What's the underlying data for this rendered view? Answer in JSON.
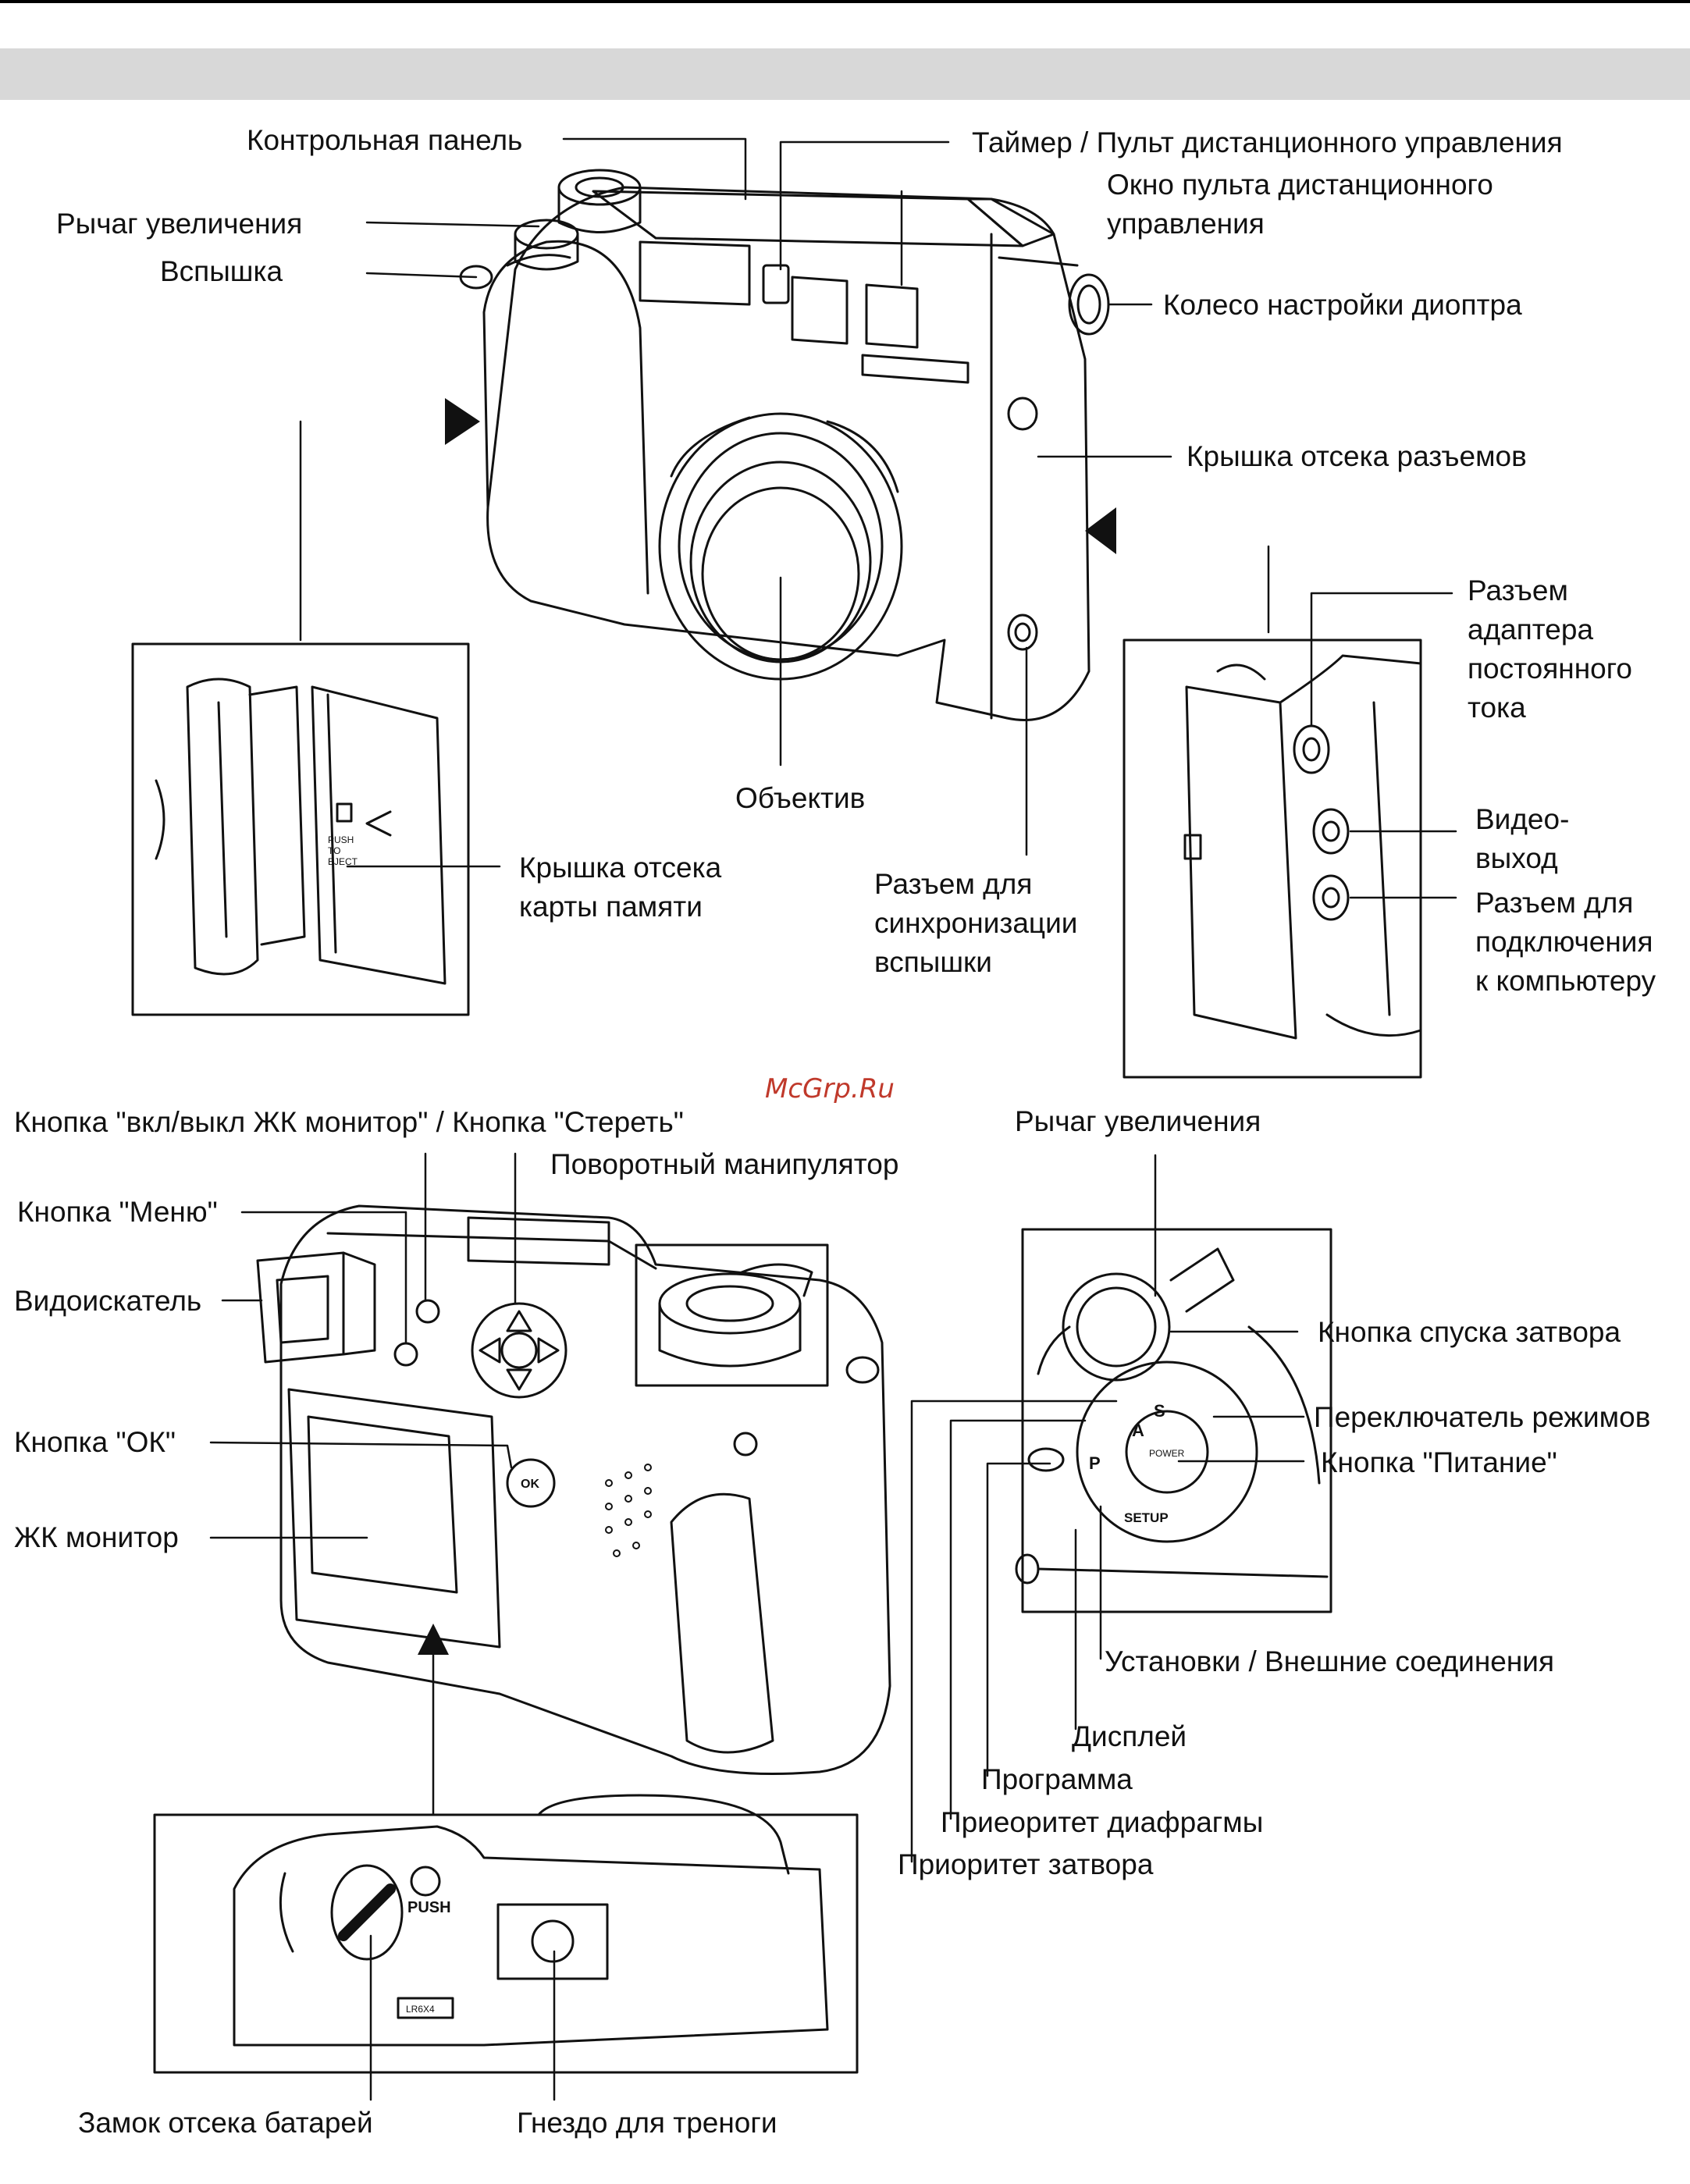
{
  "front_view": {
    "control_panel": "Контрольная панель",
    "zoom_lever": "Рычаг увеличения",
    "flash": "Вспышка",
    "self_timer_remote": "Таймер / Пульт дистанционного управления",
    "remote_window_1": "Окно пульта дистанционного",
    "remote_window_2": "управления",
    "diopter_wheel": "Колесо настройки диоптра",
    "connector_cover": "Крышка отсека разъемов",
    "dc_in_1": "Разъем",
    "dc_in_2": "адаптера",
    "dc_in_3": "постоянного",
    "dc_in_4": "тока",
    "video_out_1": "Видео-",
    "video_out_2": "выход",
    "pc_port_1": "Разъем для",
    "pc_port_2": "подключения",
    "pc_port_3": "к компьютеру",
    "lens": "Объектив",
    "flash_sync_1": "Разъем для",
    "flash_sync_2": "синхронизации",
    "flash_sync_3": "вспышки",
    "card_cover_1": "Крышка отсека",
    "card_cover_2": "карты памяти",
    "card_text_1": "PUSH",
    "card_text_2": "TO",
    "card_text_3": "EJECT"
  },
  "watermark": "McGrp.Ru",
  "back_view": {
    "monitor_erase_button": "Кнопка \"вкл/выкл ЖК монитор\" / Кнопка \"Стереть\"",
    "arrow_pad": "Поворотный манипулятор",
    "menu_button": "Кнопка \"Меню\"",
    "viewfinder": "Видоискатель",
    "ok_button": "Кнопка \"ОК\"",
    "ok_text": "OK",
    "lcd_monitor": "ЖК монитор",
    "battery_lock": "Замок отсека батарей",
    "push_text": "PUSH",
    "battery_text": "LR6X4",
    "tripod_socket": "Гнездо для треноги"
  },
  "top_view": {
    "zoom_lever": "Рычаг увеличения",
    "shutter_button": "Кнопка спуска затвора",
    "mode_dial": "Переключатель режимов",
    "power_button": "Кнопка \"Питание\"",
    "setup": "Установки / Внешние соединения",
    "display": "Дисплей",
    "program": "Программа",
    "aperture_priority": "Приеоритет диафрагмы",
    "shutter_priority": "Приоритет затвора",
    "dial_s": "S",
    "dial_a": "A",
    "dial_p": "P",
    "dial_setup": "SETUP",
    "dial_power": "POWER"
  }
}
